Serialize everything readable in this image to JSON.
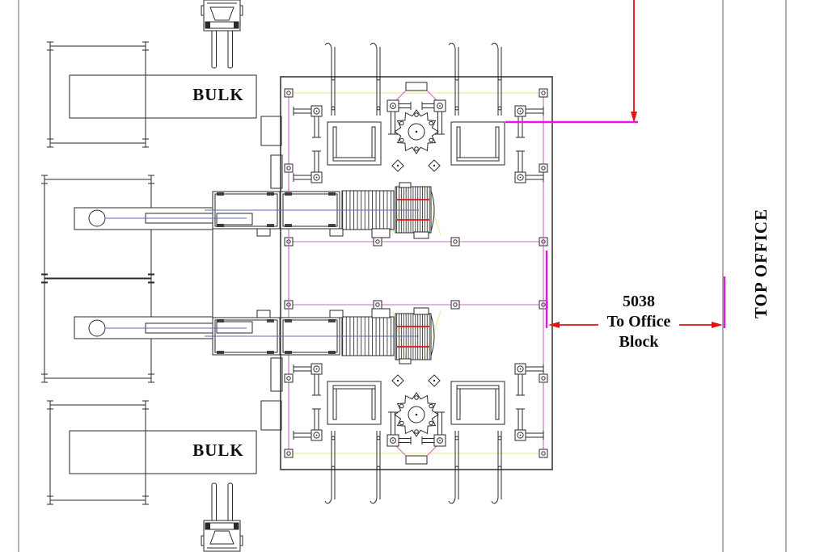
{
  "drawing": {
    "labels": {
      "bulk_top": "BULK",
      "bulk_bottom": "BULK",
      "top_office": "TOP OFFICE"
    },
    "dimension": {
      "value": "5038",
      "line1": "To Office",
      "line2": "Block"
    },
    "colors": {
      "magenta": "#e018e0",
      "violet": "#c668c6",
      "red": "#e01212",
      "yellow": "#ececa2",
      "blue": "#5c6fb0"
    }
  }
}
